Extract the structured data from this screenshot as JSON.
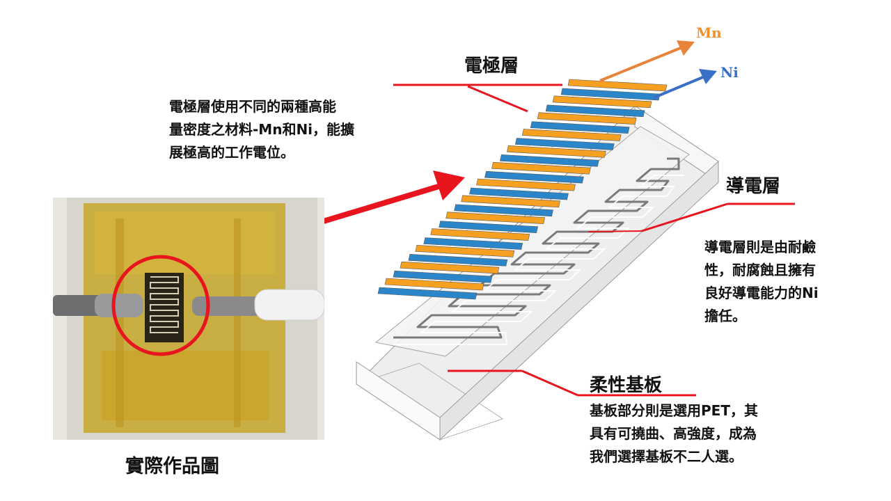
{
  "labels": {
    "electrode_title": "電極層",
    "electrode_desc_line1": "電極層使用不同的兩種高能",
    "electrode_desc_line2": "量密度之材料-Mn和Ni，能擴",
    "electrode_desc_line3": "展極高的工作電位。",
    "conductive_title": "導電層",
    "conductive_desc_line1": "導電層則是由耐鹼",
    "conductive_desc_line2": "性，耐腐蝕且擁有",
    "conductive_desc_line3": "良好導電能力的Ni",
    "conductive_desc_line4": "擔任。",
    "substrate_title": "柔性基板",
    "substrate_desc_line1": "基板部分則是選用PET，其",
    "substrate_desc_line2": "具有可撓曲、高強度，成為",
    "substrate_desc_line3": "我們選擇基板不二人選。",
    "photo_caption": "實際作品圖",
    "mn_label": "Mn",
    "ni_label": "Ni"
  },
  "colors": {
    "mn": "#f5a020",
    "ni": "#2a86c8",
    "mn_arrow": "#e8843a",
    "ni_arrow": "#3a6fc8",
    "callout": "#e8141e"
  },
  "electrode_pairs": 13
}
